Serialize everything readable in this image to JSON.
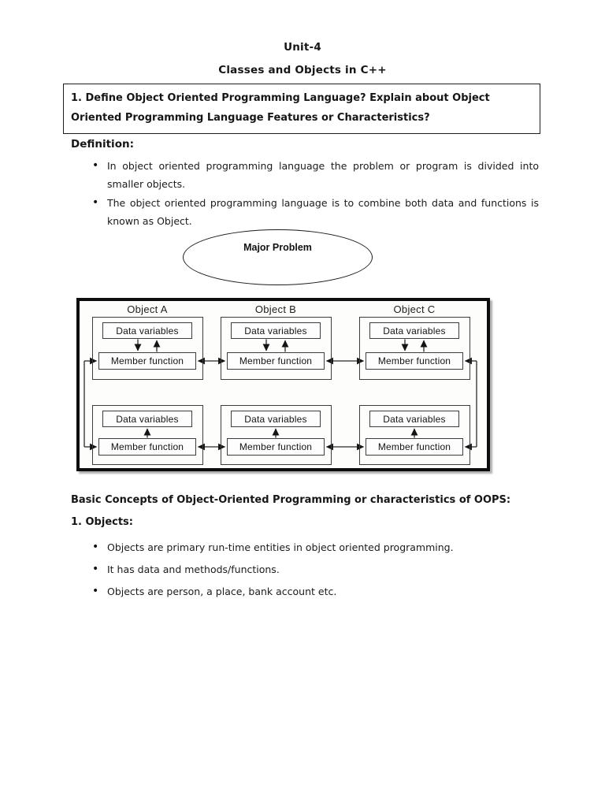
{
  "doc": {
    "unit_title": "Unit-4",
    "subtitle": "Classes and Objects in C++",
    "question": "1. Define Object Oriented Programming Language? Explain about Object Oriented Programming Language Features or Characteristics?",
    "definition_heading": "Definition:",
    "definition_bullets": [
      "In object oriented programming language the problem or program is divided into smaller objects.",
      "The object oriented programming language is to combine both data and functions is known as Object."
    ],
    "ellipse_label": "Major Problem",
    "basic_heading": "Basic Concepts of Object-Oriented Programming or characteristics of OOPS:",
    "objects_heading": "1. Objects:",
    "objects_bullets": [
      "Objects are primary run-time entities in object oriented programming.",
      "It has data and methods/functions.",
      "Objects are person, a place, bank account etc."
    ]
  },
  "diagram": {
    "object_labels": [
      "Object A",
      "Object B",
      "Object C"
    ],
    "box_labels": {
      "data": "Data variables",
      "function": "Member function"
    }
  },
  "colors": {
    "page_bg": "#ffffff",
    "text": "#161616",
    "diagram_frame": "#0d0d0d"
  }
}
